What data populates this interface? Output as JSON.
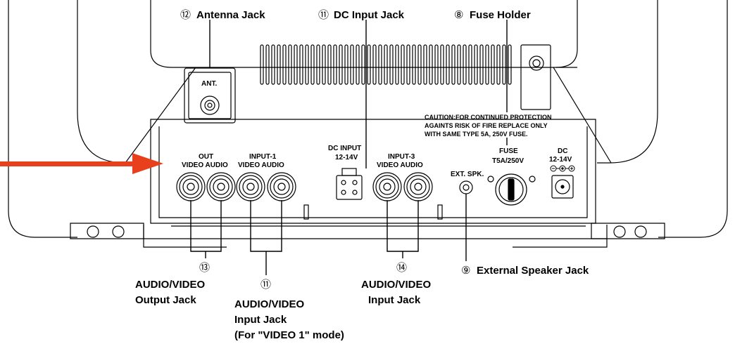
{
  "callouts": {
    "antenna": {
      "num": "⑫",
      "label": "Antenna Jack"
    },
    "dc": {
      "num": "⑪",
      "label": "DC Input Jack"
    },
    "fuse": {
      "num": "⑧",
      "label": "Fuse Holder"
    },
    "ext_speaker": {
      "num": "⑨",
      "label": "External Speaker Jack"
    },
    "av_out": {
      "num": "⑬",
      "line1": "AUDIO/VIDEO",
      "line2": "Output Jack"
    },
    "av_in1": {
      "num": "⑪",
      "line1": "AUDIO/VIDEO",
      "line2": "Input Jack",
      "line3": "(For \"VIDEO 1\" mode)"
    },
    "av_in3": {
      "num": "⑭",
      "line1": "AUDIO/VIDEO",
      "line2": "Input Jack"
    }
  },
  "panel": {
    "ant": "ANT.",
    "caution": [
      "CAUTION:FOR CONTINUED PROTECTION",
      "AGAINTS RISK OF FIRE REPLACE ONLY",
      "WITH SAME TYPE 5A, 250V FUSE."
    ],
    "out": {
      "title": "OUT",
      "sub": "VIDEO AUDIO"
    },
    "input1": {
      "title": "INPUT-1",
      "sub": "VIDEO AUDIO"
    },
    "input3": {
      "title": "INPUT-3",
      "sub": "VIDEO AUDIO"
    },
    "dc_input": {
      "title": "DC INPUT",
      "sub": "12-14V"
    },
    "fuse": {
      "title": "FUSE",
      "sub": "T5A/250V"
    },
    "dc_jack": {
      "title": "DC",
      "sub": "12-14V"
    },
    "ext_spk": "EXT. SPK."
  },
  "colors": {
    "arrow": "#e8401c",
    "line": "#000000"
  },
  "icons": {
    "pointer": "arrow-right-icon",
    "polarity": "dc-polarity-icon"
  }
}
